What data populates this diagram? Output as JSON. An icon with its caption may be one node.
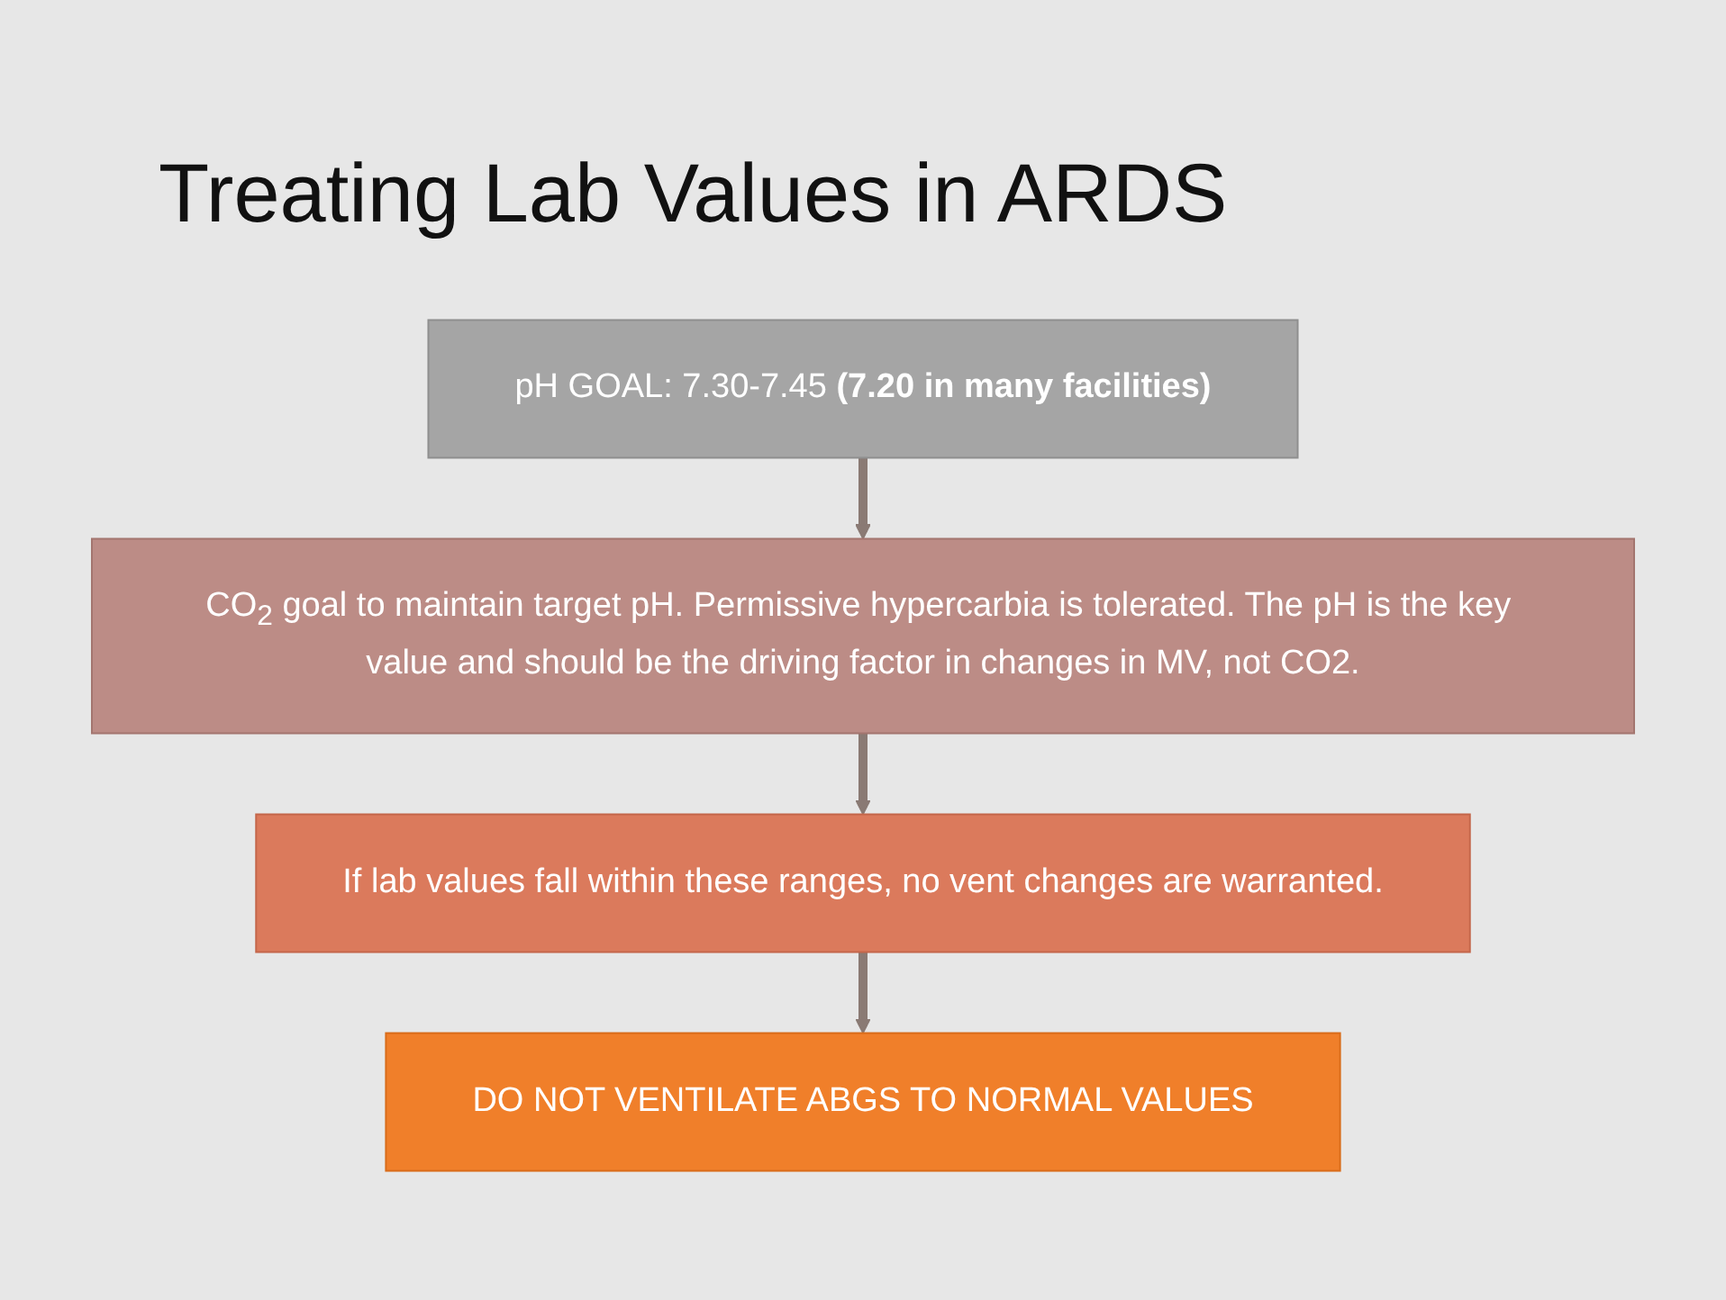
{
  "diagram": {
    "title": "Treating Lab Values in ARDS",
    "nodes": [
      {
        "text": [
          "pH GOAL: 7.30-7.45  **(7.20 in many facilities)**"
        ]
      },
      {
        "text": [
          "CO$_{2}$ goal to maintain target pH. Permissive hypercarbia is tolerated. The pH is the key value and should be the driving factor in changes in MV, not CO2."
        ]
      },
      {
        "text": [
          "If lab values fall within these ranges, no vent changes are warranted."
        ]
      },
      {
        "text": [
          "DO NOT VENTILATE ABGS TO NORMAL VALUES"
        ]
      }
    ],
    "edges": [
      {
        "from": 0,
        "to": 1,
        "arrow": "to"
      },
      {
        "from": 1,
        "to": 2,
        "arrow": "to"
      },
      {
        "from": 2,
        "to": 3,
        "arrow": "to"
      }
    ]
  }
}
